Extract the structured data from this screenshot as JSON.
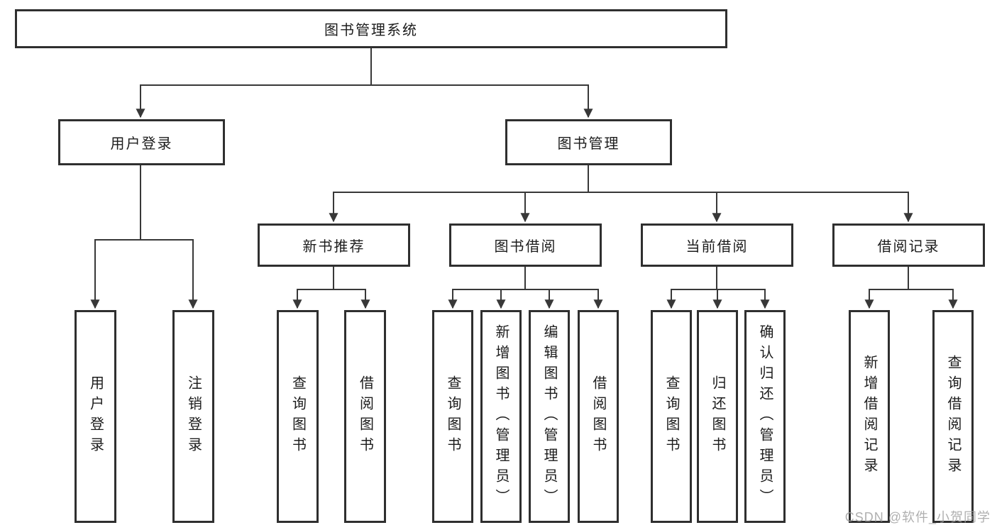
{
  "diagram": {
    "root": {
      "label": "图书管理系统"
    },
    "level2": [
      {
        "label": "用户登录"
      },
      {
        "label": "图书管理"
      }
    ],
    "level3": [
      {
        "label": "新书推荐"
      },
      {
        "label": "图书借阅"
      },
      {
        "label": "当前借阅"
      },
      {
        "label": "借阅记录"
      }
    ],
    "leaves": {
      "userLogin": [
        {
          "label": "用户登录"
        },
        {
          "label": "注销登录"
        }
      ],
      "newBookRecommend": [
        {
          "label": "查询图书"
        },
        {
          "label": "借阅图书"
        }
      ],
      "bookBorrow": [
        {
          "label": "查询图书"
        },
        {
          "label": "新增图书（管理员）"
        },
        {
          "label": "编辑图书（管理员）"
        },
        {
          "label": "借阅图书"
        }
      ],
      "currentBorrow": [
        {
          "label": "查询图书"
        },
        {
          "label": "归还图书"
        },
        {
          "label": "确认归还（管理员）"
        }
      ],
      "borrowRecord": [
        {
          "label": "新增借阅记录"
        },
        {
          "label": "查询借阅记录"
        }
      ]
    }
  },
  "watermark": {
    "text": "CSDN @软件_小贺同学"
  },
  "colors": {
    "border": "#2f2f2f",
    "line": "#383838",
    "text": "#1c1c1c",
    "background": "#ffffff",
    "watermark": "#a2a2a2"
  }
}
